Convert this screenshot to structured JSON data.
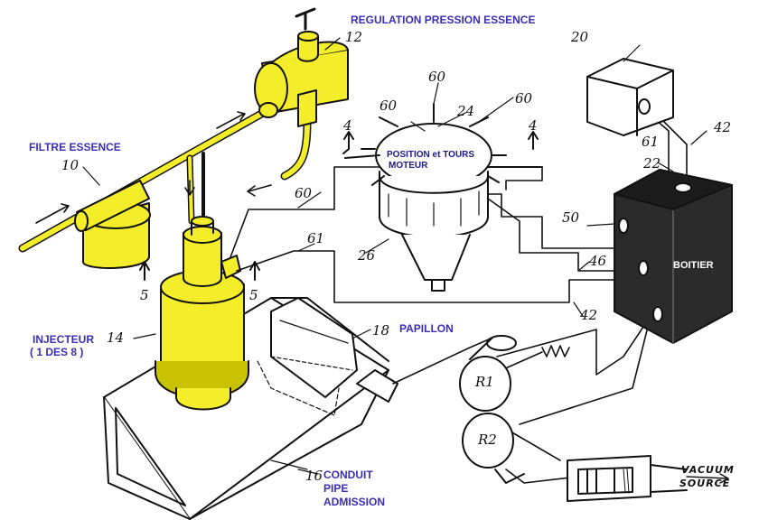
{
  "labels": {
    "regulation": "REGULATION PRESSION ESSENCE",
    "filtre": "FILTRE ESSENCE",
    "position_1": "POSITION et TOURS",
    "position_2": "MOTEUR",
    "boitier": "BOITIER",
    "injecteur_1": "INJECTEUR",
    "injecteur_2": "( 1 DES 8 )",
    "papillon": "PAPILLON",
    "conduit_1": "CONDUIT",
    "conduit_2": "PIPE",
    "conduit_3": "ADMISSION",
    "vacuum_1": "VACUUM",
    "vacuum_2": "SOURCE"
  },
  "numbers": {
    "n12": "12",
    "n10": "10",
    "n20": "20",
    "n42a": "42",
    "n61a": "61",
    "n22": "22",
    "n60a": "60",
    "n60b": "60",
    "n60c": "60",
    "n60d": "60",
    "n24": "24",
    "n26": "26",
    "n4a": "4",
    "n4b": "4",
    "n50": "50",
    "n46": "46",
    "n42b": "42",
    "n61b": "61",
    "n5a": "5",
    "n5b": "5",
    "n14": "14",
    "n18": "18",
    "n16": "16",
    "r1": "R1",
    "r2": "R2"
  },
  "colors": {
    "yellow": "#f4ee2a",
    "yellow_dark": "#c9c200",
    "ink": "#111111",
    "label_blue": "#3a2fb4",
    "box_dark": "#2b2b2b"
  }
}
